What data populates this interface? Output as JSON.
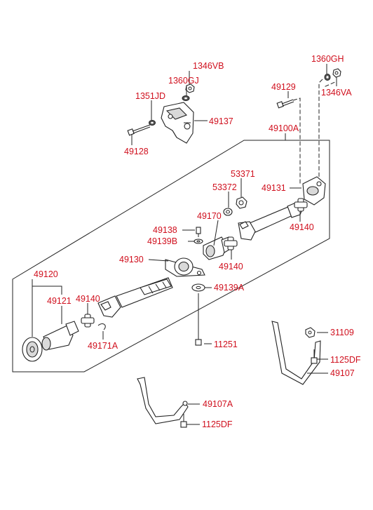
{
  "labels": {
    "p1346VB": "1346VB",
    "p1360GJ": "1360GJ",
    "p1351JD": "1351JD",
    "p49137": "49137",
    "p49128": "49128",
    "p1360GH": "1360GH",
    "p1346VA": "1346VA",
    "p49129": "49129",
    "p49100A": "49100A",
    "p53371": "53371",
    "p53372": "53372",
    "p49131": "49131",
    "p49170": "49170",
    "p49140_a": "49140",
    "p49138": "49138",
    "p49139B": "49139B",
    "p49140_b": "49140",
    "p49130": "49130",
    "p49120": "49120",
    "p49121": "49121",
    "p49140_c": "49140",
    "p49139A": "49139A",
    "p49171A": "49171A",
    "p11251": "11251",
    "p31109": "31109",
    "p1125DF_a": "1125DF",
    "p49107": "49107",
    "p49107A": "49107A",
    "p1125DF_b": "1125DF"
  },
  "colors": {
    "label": "#d0101e",
    "line": "#222222"
  }
}
